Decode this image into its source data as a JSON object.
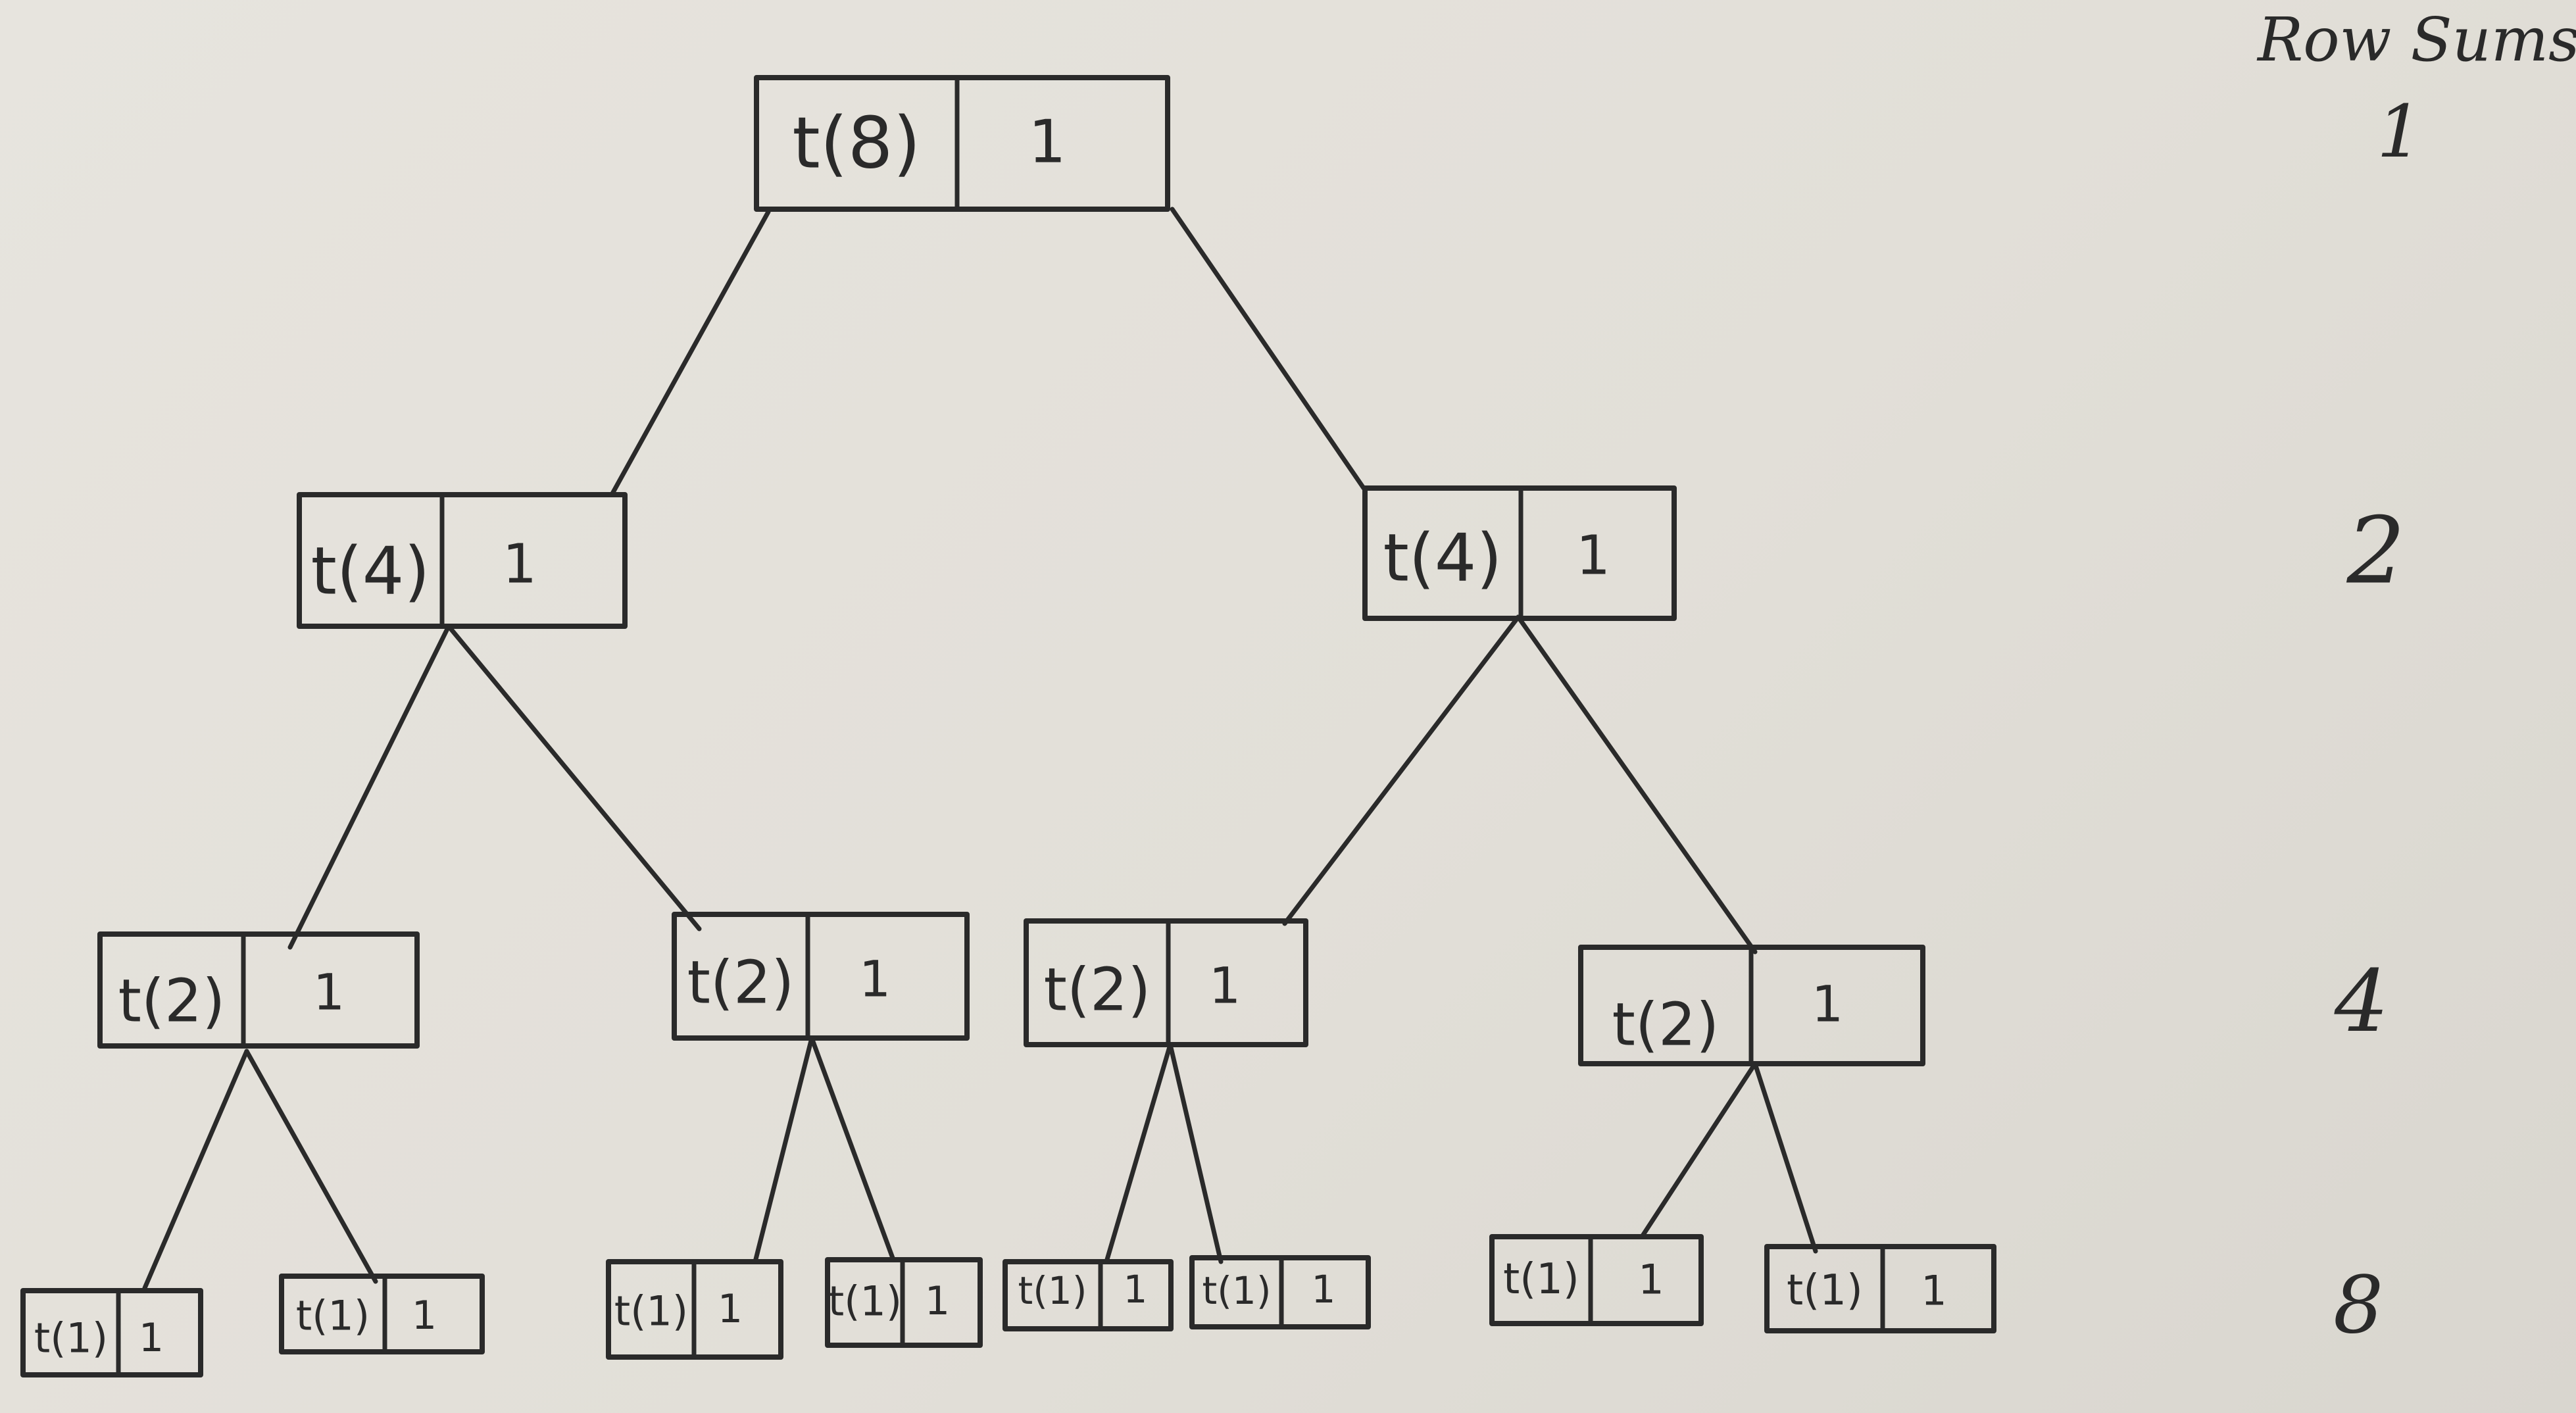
{
  "tree": {
    "nodes": [
      {
        "id": "n8",
        "call": "t(8)",
        "cost": "1"
      },
      {
        "id": "n4a",
        "call": "t(4)",
        "cost": "1"
      },
      {
        "id": "n4b",
        "call": "t(4)",
        "cost": "1"
      },
      {
        "id": "n2a",
        "call": "t(2)",
        "cost": "1"
      },
      {
        "id": "n2b",
        "call": "t(2)",
        "cost": "1"
      },
      {
        "id": "n2c",
        "call": "t(2)",
        "cost": "1"
      },
      {
        "id": "n2d",
        "call": "t(2)",
        "cost": "1"
      },
      {
        "id": "n1a",
        "call": "t(1)",
        "cost": "1"
      },
      {
        "id": "n1b",
        "call": "t(1)",
        "cost": "1"
      },
      {
        "id": "n1c",
        "call": "t(1)",
        "cost": "1"
      },
      {
        "id": "n1d",
        "call": "t(1)",
        "cost": "1"
      },
      {
        "id": "n1e",
        "call": "t(1)",
        "cost": "1"
      },
      {
        "id": "n1f",
        "call": "t(1)",
        "cost": "1"
      },
      {
        "id": "n1g",
        "call": "t(1)",
        "cost": "1"
      },
      {
        "id": "n1h",
        "call": "t(1)",
        "cost": "1"
      }
    ],
    "edges": [
      [
        "n8",
        "n4a"
      ],
      [
        "n8",
        "n4b"
      ],
      [
        "n4a",
        "n2a"
      ],
      [
        "n4a",
        "n2b"
      ],
      [
        "n4b",
        "n2c"
      ],
      [
        "n4b",
        "n2d"
      ],
      [
        "n2a",
        "n1a"
      ],
      [
        "n2a",
        "n1b"
      ],
      [
        "n2b",
        "n1c"
      ],
      [
        "n2b",
        "n1d"
      ],
      [
        "n2c",
        "n1e"
      ],
      [
        "n2c",
        "n1f"
      ],
      [
        "n2d",
        "n1g"
      ],
      [
        "n2d",
        "n1h"
      ]
    ]
  },
  "row_sums": {
    "header": "Row Sums",
    "values": [
      "1",
      "2",
      "4",
      "8"
    ]
  }
}
